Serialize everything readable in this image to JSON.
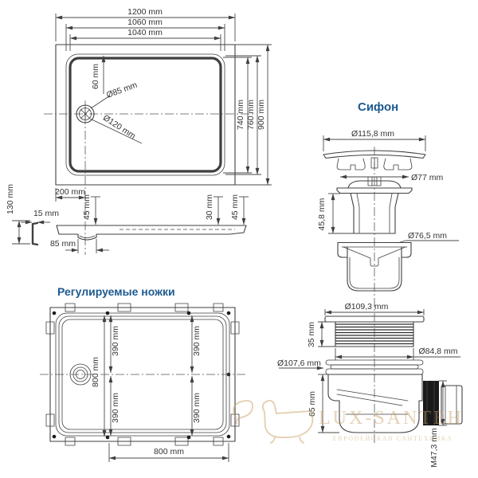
{
  "page": {
    "background": "#ffffff",
    "line_color": "#3f3f3f",
    "dim_text_color": "#333333",
    "title_color": "#1d5a8f",
    "watermark_color": "#c9a368"
  },
  "tray_top_view": {
    "dims": {
      "outer_width": "1200 mm",
      "rim_width": "1060 mm",
      "inner_width": "1040 mm",
      "drain_top_offset": "60 mm",
      "drain_hole_diameter": "Ø85 mm",
      "drain_recess_diameter": "Ø120 mm",
      "inner_depth": "740 mm",
      "rim_depth": "760 mm",
      "outer_depth": "900 mm",
      "drain_left_offset": "200 mm"
    }
  },
  "tray_side_view": {
    "dims": {
      "total_height": "130 mm",
      "edge_lip": "15 mm",
      "front_height": "45 mm",
      "mid_height": "30 mm",
      "rear_height": "45 mm",
      "drain_offset": "85 mm"
    }
  },
  "adjustable_legs_view": {
    "title": "Регулируемые ножки",
    "dims": {
      "leg_span_vertical": "800 mm",
      "leg_span_horizontal": "800 mm",
      "leg_pitch": "390 mm"
    }
  },
  "siphon_view": {
    "title": "Сифон",
    "dims": {
      "cap_diameter": "Ø115,8 mm",
      "upper_flange_diameter": "Ø77 mm",
      "funnel_height": "45,8 mm",
      "cup_diameter": "Ø76,5 mm",
      "ring_flange_diameter": "Ø109,3 mm",
      "thread_section_height": "35 mm",
      "thread_diameter": "Ø84,8 mm",
      "body_flange_diameter": "Ø107,6 mm",
      "body_height": "65 mm",
      "outlet_thread": "M47,3 mm"
    }
  },
  "watermark": {
    "brand": "LUX-SANTEH",
    "tagline": "ЕВРОПЕЙСКАЯ САНТЕХНИКА"
  }
}
